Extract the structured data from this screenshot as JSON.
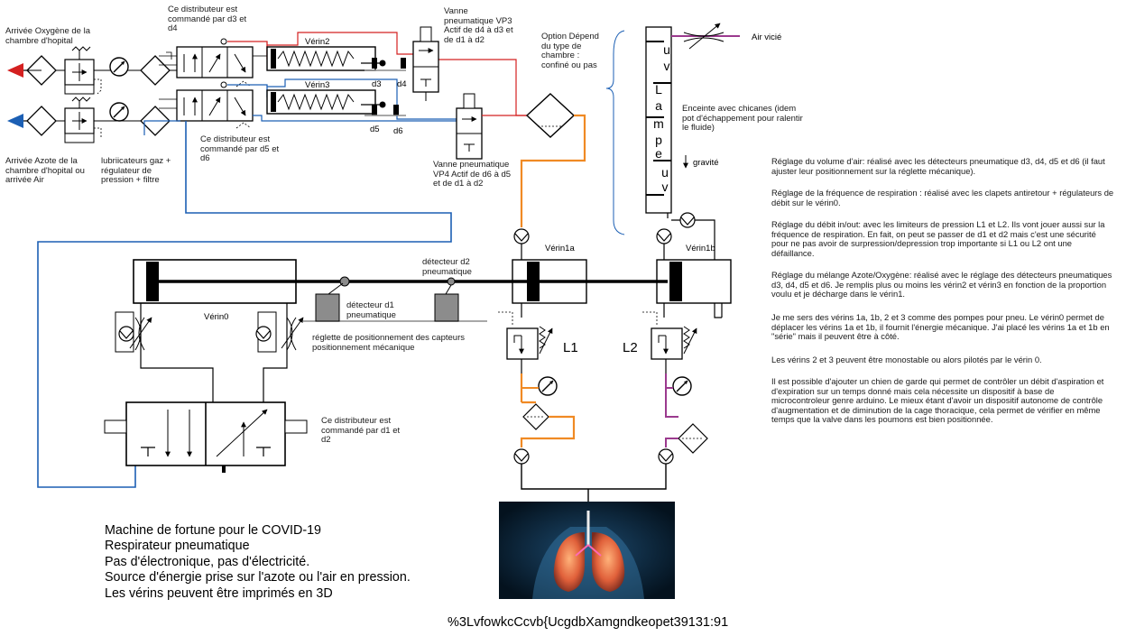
{
  "colors": {
    "oxygen_line": "#d42020",
    "nitrogen_line": "#1c5fb4",
    "orange_line": "#f08a24",
    "purple_line": "#9b3a8e",
    "component_grey": "#8c8c8c",
    "black": "#000000"
  },
  "labels": {
    "oxygen_inlet": "Arrivée Oxygène de la chambre d'hopital",
    "nitrogen_inlet": "Arrivée Azote de la chambre d'hopital ou arrivée Air",
    "lubricators": "lubriicateurs gaz + régulateur de pression + filtre",
    "distrib_top": "Ce distributeur est commandé par d3 et d4",
    "distrib_mid": "Ce distributeur est commandé par d5 et d6",
    "distrib_bottom": "Ce distributeur est commandé par d1 et d2",
    "verin2": "Vérin2",
    "verin3": "Vérin3",
    "verin0": "Vérin0",
    "verin1a": "Vérin1a",
    "verin1b": "Vérin1b",
    "d3": "d3",
    "d4": "d4",
    "d5": "d5",
    "d6": "d6",
    "vp3": "Vanne pneumatique VP3 Actif de d4 à d3 et de d1 à d2",
    "vp4": "Vanne pneumatique VP4 Actif de d6 à d5 et de d1 à d2",
    "option": "Option Dépend du type de chambre : confiné ou pas",
    "air_vicie": "Air vicié",
    "lamp_letters": [
      "u",
      "v",
      "L",
      "a",
      "m",
      "p",
      "e",
      "u",
      "v"
    ],
    "enceinte": "Enceinte avec chicanes (idem pot d'échappement pour ralentir le fluide)",
    "gravite": "gravité",
    "detecteur_d1": "détecteur d1 pneumatique",
    "detecteur_d2": "détecteur d2 pneumatique",
    "reglette": "réglette de positionnement des capteurs positionnement mécanique",
    "l1": "L1",
    "l2": "L2"
  },
  "right_text": [
    "Réglage du volume d'air: réalisé avec les détecteurs pneumatique d3, d4, d5 et d6 (il faut ajuster leur positionnement sur la réglette mécanique).",
    "Réglage de la fréquence de respiration : réalisé avec les clapets antiretour + régulateurs de débit sur le vérin0.",
    "Réglage du débit in/out: avec les limiteurs de pression L1 et L2. Ils vont jouer aussi sur la fréquence de respiration. En fait, on peut se passer de d1 et d2 mais c'est une sécurité pour ne pas avoir de surpression/depression trop importante si L1 ou L2 ont une défaillance.",
    "Réglage du mélange Azote/Oxygène: réalisé avec le réglage des détecteurs pneumatiques d3, d4, d5 et d6. Je remplis plus ou moins les vérin2 et vérin3 en fonction de la proportion voulu et je décharge dans le vérin1.",
    "Je me sers des vérins 1a, 1b, 2 et 3 comme des pompes pour pneu. Le vérin0 permet de déplacer les vérins 1a et 1b, il fournit l'énergie mécanique. J'ai placé les vérins 1a et 1b en \"série\" mais il peuvent être à côté.",
    "Les vérins 2 et 3 peuvent être monostable ou alors pilotés par le vérin 0.",
    "Il est possible d'ajouter un chien de garde qui permet de contrôler un débit d'aspiration et d'expiration sur un temps donné mais cela nécessite un dispositif à base de microcontroleur genre arduino. Le mieux étant d'avoir un dispositif autonome de contrôle d'augmentation et de diminution de la cage thoracique, cela permet de vérifier en même temps que la valve dans les poumons est bien positionnée."
  ],
  "bottom_lines": [
    "Machine de fortune pour le COVID-19",
    "Respirateur pneumatique",
    "Pas d'électronique, pas d'électricité.",
    "Source d'énergie prise sur l'azote ou l'air en pression.",
    "Les vérins peuvent être imprimés en 3D"
  ],
  "caption": "%3LvfowkcCcvb{UcgdbXamgndkeopet39131:91",
  "icons": {
    "lung_image": "lungs-icon",
    "gauge": "pressure-gauge-icon",
    "filter": "filter-icon",
    "check_valve": "check-valve-icon",
    "flow_regulator": "flow-regulator-icon"
  }
}
